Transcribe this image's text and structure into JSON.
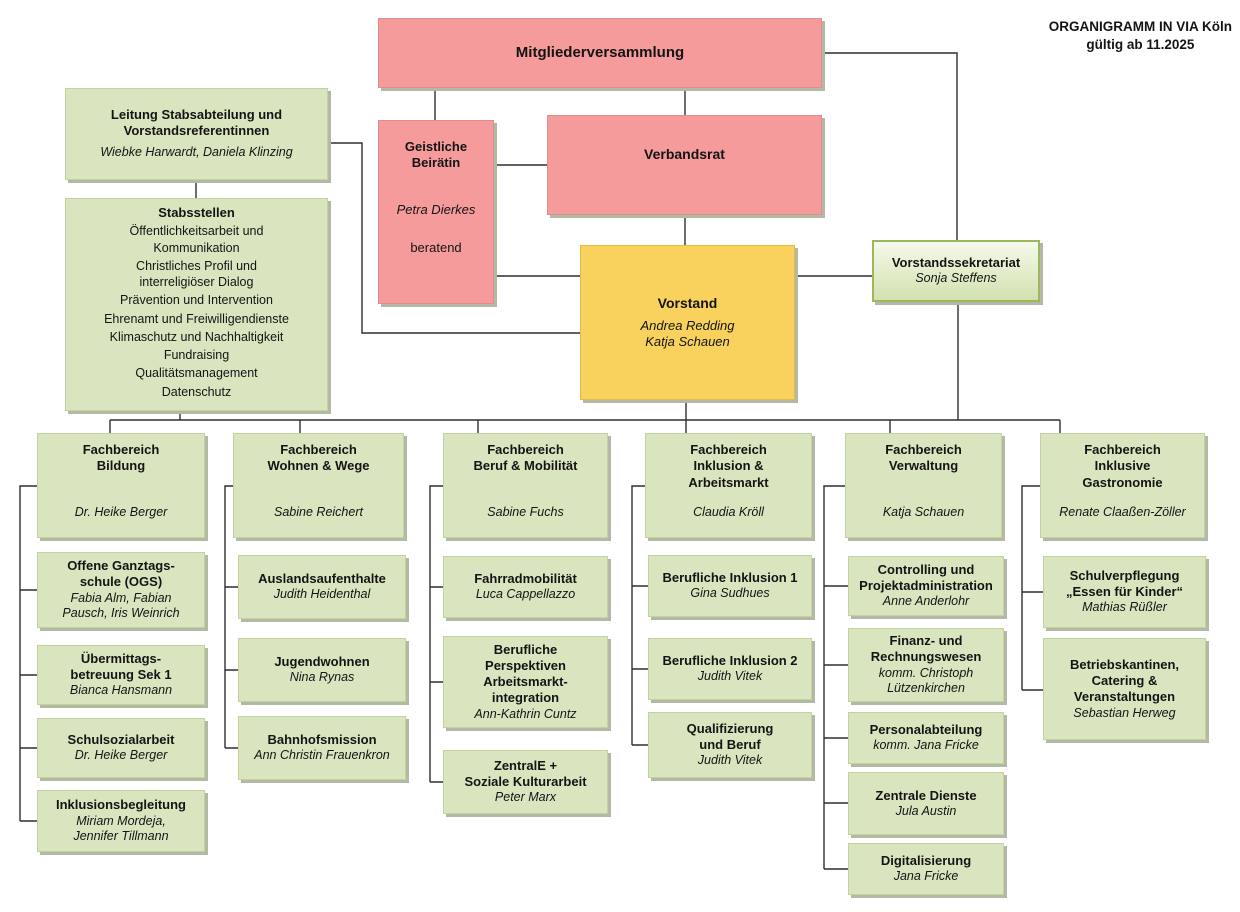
{
  "meta": {
    "caption": "ORGANIGRAMM IN VIA Köln\ngültig ab 11.2025"
  },
  "colors": {
    "pink": "#F59B9B",
    "yellow": "#F8D25C",
    "green": "#D9E5BF",
    "line": "#2f2f2f"
  },
  "top": {
    "mitgliederversammlung": {
      "title": "Mitgliederversammlung"
    },
    "leitung": {
      "title": "Leitung Stabsabteilung und\nVorstandsreferentinnen",
      "person": "Wiebke Harwardt, Daniela Klinzing"
    },
    "geistliche_beiraetin": {
      "title": "Geistliche\nBeirätin",
      "person": "Petra Dierkes",
      "note": "beratend"
    },
    "verbandsrat": {
      "title": "Verbandsrat"
    },
    "stabsstellen": {
      "title": "Stabsstellen",
      "items": [
        "Öffentlichkeitsarbeit und\nKommunikation",
        "Christliches Profil und\ninterreligiöser Dialog",
        "Prävention und Intervention",
        "Ehrenamt und Freiwilligendienste",
        "Klimaschutz und Nachhaltigkeit",
        "Fundraising",
        "Qualitätsmanagement",
        "Datenschutz"
      ]
    },
    "vorstand": {
      "title": "Vorstand",
      "person": "Andrea Redding\nKatja Schauen"
    },
    "sekretariat": {
      "title": "Vorstandssekretariat",
      "person": "Sonja Steffens"
    }
  },
  "fachbereiche": [
    {
      "title": "Fachbereich\nBildung",
      "person": "Dr. Heike Berger",
      "units": [
        {
          "title": "Offene Ganztags-\nschule (OGS)",
          "person": "Fabia Alm, Fabian\nPausch, Iris Weinrich"
        },
        {
          "title": "Übermittags-\nbetreuung Sek 1",
          "person": "Bianca Hansmann"
        },
        {
          "title": "Schulsozialarbeit",
          "person": "Dr. Heike Berger"
        },
        {
          "title": "Inklusionsbegleitung",
          "person": "Miriam Mordeja,\nJennifer Tillmann"
        }
      ]
    },
    {
      "title": "Fachbereich\nWohnen & Wege",
      "person": "Sabine Reichert",
      "units": [
        {
          "title": "Auslandsaufenthalte",
          "person": "Judith Heidenthal"
        },
        {
          "title": "Jugendwohnen",
          "person": "Nina Rynas"
        },
        {
          "title": "Bahnhofsmission",
          "person": "Ann Christin Frauenkron"
        }
      ]
    },
    {
      "title": "Fachbereich\nBeruf & Mobilität",
      "person": "Sabine Fuchs",
      "units": [
        {
          "title": "Fahrradmobilität",
          "person": "Luca Cappellazzo"
        },
        {
          "title": "Berufliche\nPerspektiven\nArbeitsmarkt-\nintegration",
          "person": "Ann-Kathrin Cuntz"
        },
        {
          "title": "ZentralE +\nSoziale Kulturarbeit",
          "person": "Peter Marx"
        }
      ]
    },
    {
      "title": "Fachbereich\nInklusion &\nArbeitsmarkt",
      "person": "Claudia Kröll",
      "units": [
        {
          "title": "Berufliche Inklusion 1",
          "person": "Gina Sudhues"
        },
        {
          "title": "Berufliche Inklusion 2",
          "person": "Judith Vitek"
        },
        {
          "title": "Qualifizierung\nund Beruf",
          "person": "Judith Vitek"
        }
      ]
    },
    {
      "title": "Fachbereich\nVerwaltung",
      "person": "Katja Schauen",
      "units": [
        {
          "title": "Controlling und\nProjektadministration",
          "person": "Anne Anderlohr"
        },
        {
          "title": "Finanz- und\nRechnungswesen",
          "person": "komm. Christoph\nLützenkirchen"
        },
        {
          "title": "Personalabteilung",
          "person": "komm. Jana Fricke"
        },
        {
          "title": "Zentrale Dienste",
          "person": "Jula Austin"
        },
        {
          "title": "Digitalisierung",
          "person": "Jana Fricke"
        }
      ]
    },
    {
      "title": "Fachbereich\nInklusive\nGastronomie",
      "person": "Renate Claaßen-Zöller",
      "units": [
        {
          "title": "Schulverpflegung\n„Essen für Kinder“",
          "person": "Mathias Rüßler"
        },
        {
          "title": "Betriebskantinen,\nCatering &\nVeranstaltungen",
          "person": "Sebastian Herweg"
        }
      ]
    }
  ]
}
